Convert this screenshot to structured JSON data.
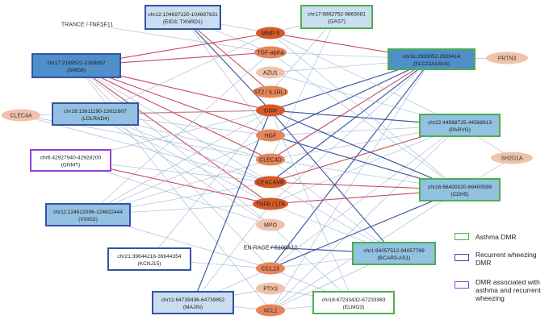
{
  "legend": {
    "asthma": {
      "label": "Asthma DMR",
      "color": "#4caf50"
    },
    "recurrent": {
      "label": "Recurrent wheezing DMR",
      "color": "#3552a8"
    },
    "both": {
      "label": "DMR associated with asthma and recurrent wheezing",
      "color": "#8e44d6"
    }
  },
  "proteins": [
    {
      "id": "mmp9",
      "label": "MMP-9",
      "strength": "strong"
    },
    {
      "id": "tgfa",
      "label": "TGF-alpha",
      "strength": "mid"
    },
    {
      "id": "azu1",
      "label": "AZU1",
      "strength": "light"
    },
    {
      "id": "st2",
      "label": "ST2 / IL1RL1",
      "strength": "mid"
    },
    {
      "id": "osm",
      "label": "OSM",
      "strength": "strong"
    },
    {
      "id": "hgf",
      "label": "HGF",
      "strength": "mid"
    },
    {
      "id": "clec4d",
      "label": "CLEC4D",
      "strength": "mid"
    },
    {
      "id": "ceacam8",
      "label": "CEACAM8",
      "strength": "strong"
    },
    {
      "id": "tnfb",
      "label": "TNFB / LTA",
      "strength": "strong"
    },
    {
      "id": "mpo",
      "label": "MPO",
      "strength": "light"
    },
    {
      "id": "enrage",
      "label": "EN-RAGE / S100A12",
      "strength": "none"
    },
    {
      "id": "ccl23",
      "label": "CCL23",
      "strength": "mid"
    },
    {
      "id": "ptx3",
      "label": "PTX3",
      "strength": "light"
    },
    {
      "id": "xcl1",
      "label": "XCL1",
      "strength": "mid"
    }
  ],
  "outer": [
    {
      "id": "trance",
      "label": "TRANCE / TNFSF11",
      "filled": false
    },
    {
      "id": "prtn3",
      "label": "PRTN3",
      "filled": true
    },
    {
      "id": "clec4a",
      "label": "CLEC4A",
      "filled": true
    },
    {
      "id": "sh2d1a",
      "label": "SH2D1A",
      "filled": true
    }
  ],
  "dmrs": [
    {
      "id": "eid3",
      "line1": "chr12:104697220-104697631",
      "line2": "(EID3; TXNRD1)",
      "border": "recurrent",
      "fill": "light"
    },
    {
      "id": "gas7",
      "line1": "chr17:9862752-9863081",
      "line2": "(GAS7)",
      "border": "asthma",
      "fill": "light"
    },
    {
      "id": "smg6",
      "line1": "chr17:2169522-2169852",
      "line2": "(SMG6)",
      "border": "recurrent",
      "fill": "dark"
    },
    {
      "id": "slc22a18",
      "line1": "chr11:2920052-2920414",
      "line2": "(SLC22A18AS)",
      "border": "asthma",
      "fill": "dark"
    },
    {
      "id": "ldlrad4",
      "line1": "chr18:13611190-13611807",
      "line2": "(LDLRAD4)",
      "border": "recurrent",
      "fill": "medium"
    },
    {
      "id": "parvg",
      "line1": "chr22:44568725-44568913",
      "line2": "(PARVG)",
      "border": "asthma",
      "fill": "medium"
    },
    {
      "id": "gnmt",
      "line1": "chr6:42927940-42928200",
      "line2": "(GNMT)",
      "border": "both",
      "fill": "white"
    },
    {
      "id": "cdh5",
      "line1": "chr16:66400320-66400599",
      "line2": "(CDH5)",
      "border": "asthma",
      "fill": "medium"
    },
    {
      "id": "vsig2",
      "line1": "chr11:124622096-124622444",
      "line2": "(VSIG2)",
      "border": "recurrent",
      "fill": "medium"
    },
    {
      "id": "bcar3",
      "line1": "chr1:94057512-94057789",
      "line2": "(BCAR3-AS1)",
      "border": "asthma",
      "fill": "medium"
    },
    {
      "id": "kcnj15",
      "line1": "chr21:39644216-39644354",
      "line2": "(KCNJ15)",
      "border": "recurrent",
      "fill": "white"
    },
    {
      "id": "majin",
      "line1": "chr11:64739436-64739852",
      "line2": "(MAJIN)",
      "border": "recurrent",
      "fill": "light"
    },
    {
      "id": "elmo3",
      "line1": "chr16:67233432-67233983",
      "line2": "(ELMO3)",
      "border": "asthma",
      "fill": "white"
    }
  ],
  "edges": [
    [
      "trance",
      "tgfa",
      "light"
    ],
    [
      "eid3",
      "mmp9",
      "light"
    ],
    [
      "eid3",
      "tgfa",
      "light"
    ],
    [
      "eid3",
      "st2",
      "red"
    ],
    [
      "eid3",
      "osm",
      "blue"
    ],
    [
      "eid3",
      "hgf",
      "light"
    ],
    [
      "gas7",
      "mmp9",
      "light"
    ],
    [
      "gas7",
      "st2",
      "light"
    ],
    [
      "gas7",
      "clec4d",
      "light"
    ],
    [
      "smg6",
      "mmp9",
      "red"
    ],
    [
      "smg6",
      "tgfa",
      "red"
    ],
    [
      "smg6",
      "osm",
      "red"
    ],
    [
      "smg6",
      "hgf",
      "red"
    ],
    [
      "smg6",
      "clec4d",
      "red"
    ],
    [
      "smg6",
      "ceacam8",
      "light"
    ],
    [
      "smg6",
      "tnfb",
      "red"
    ],
    [
      "smg6",
      "ccl23",
      "light"
    ],
    [
      "smg6",
      "xcl1",
      "light"
    ],
    [
      "smg6",
      "mpo",
      "light"
    ],
    [
      "slc22a18",
      "mmp9",
      "red"
    ],
    [
      "slc22a18",
      "tgfa",
      "light"
    ],
    [
      "slc22a18",
      "osm",
      "blue"
    ],
    [
      "slc22a18",
      "hgf",
      "blue"
    ],
    [
      "slc22a18",
      "ceacam8",
      "blue"
    ],
    [
      "slc22a18",
      "tnfb",
      "light"
    ],
    [
      "slc22a18",
      "ccl23",
      "blue"
    ],
    [
      "slc22a18",
      "clec4d",
      "red"
    ],
    [
      "slc22a18",
      "azu1",
      "light"
    ],
    [
      "slc22a18",
      "xcl1",
      "light"
    ],
    [
      "ldlrad4",
      "mmp9",
      "light"
    ],
    [
      "ldlrad4",
      "osm",
      "red"
    ],
    [
      "ldlrad4",
      "hgf",
      "light"
    ],
    [
      "ldlrad4",
      "ceacam8",
      "light"
    ],
    [
      "ldlrad4",
      "tnfb",
      "light"
    ],
    [
      "ldlrad4",
      "clec4d",
      "light"
    ],
    [
      "ldlrad4",
      "mpo",
      "light"
    ],
    [
      "parvg",
      "osm",
      "blue"
    ],
    [
      "parvg",
      "mmp9",
      "light"
    ],
    [
      "parvg",
      "hgf",
      "light"
    ],
    [
      "parvg",
      "ceacam8",
      "red"
    ],
    [
      "parvg",
      "tnfb",
      "light"
    ],
    [
      "parvg",
      "clec4d",
      "light"
    ],
    [
      "parvg",
      "ccl23",
      "light"
    ],
    [
      "parvg",
      "azu1",
      "light"
    ],
    [
      "parvg",
      "xcl1",
      "light"
    ],
    [
      "gnmt",
      "tnfb",
      "red"
    ],
    [
      "gnmt",
      "osm",
      "light"
    ],
    [
      "gnmt",
      "ceacam8",
      "light"
    ],
    [
      "gnmt",
      "mpo",
      "light"
    ],
    [
      "cdh5",
      "osm",
      "blue"
    ],
    [
      "cdh5",
      "mmp9",
      "light"
    ],
    [
      "cdh5",
      "hgf",
      "blue"
    ],
    [
      "cdh5",
      "ceacam8",
      "red"
    ],
    [
      "cdh5",
      "tnfb",
      "red"
    ],
    [
      "cdh5",
      "ccl23",
      "blue"
    ],
    [
      "cdh5",
      "clec4d",
      "light"
    ],
    [
      "cdh5",
      "xcl1",
      "light"
    ],
    [
      "cdh5",
      "tgfa",
      "light"
    ],
    [
      "vsig2",
      "osm",
      "light"
    ],
    [
      "vsig2",
      "tnfb",
      "light"
    ],
    [
      "vsig2",
      "ccl23",
      "light"
    ],
    [
      "vsig2",
      "clec4d",
      "light"
    ],
    [
      "vsig2",
      "ceacam8",
      "light"
    ],
    [
      "vsig2",
      "hgf",
      "light"
    ],
    [
      "vsig2",
      "tgfa",
      "light"
    ],
    [
      "bcar3",
      "osm",
      "blue"
    ],
    [
      "bcar3",
      "tnfb",
      "light"
    ],
    [
      "bcar3",
      "ceacam8",
      "light"
    ],
    [
      "bcar3",
      "ccl23",
      "light"
    ],
    [
      "bcar3",
      "xcl1",
      "light"
    ],
    [
      "bcar3",
      "clec4d",
      "light"
    ],
    [
      "bcar3",
      "enrage",
      "blue"
    ],
    [
      "kcnj15",
      "osm",
      "light"
    ],
    [
      "kcnj15",
      "ccl23",
      "light"
    ],
    [
      "majin",
      "ccl23",
      "light"
    ],
    [
      "majin",
      "xcl1",
      "light"
    ],
    [
      "majin",
      "tnfb",
      "light"
    ],
    [
      "majin",
      "osm",
      "blue"
    ],
    [
      "majin",
      "ptx3",
      "light"
    ],
    [
      "elmo3",
      "ptx3",
      "light"
    ],
    [
      "elmo3",
      "xcl1",
      "light"
    ],
    [
      "elmo3",
      "mpo",
      "light"
    ],
    [
      "elmo3",
      "ccl23",
      "light"
    ],
    [
      "elmo3",
      "osm",
      "light"
    ],
    [
      "clec4a",
      "clec4d",
      "light"
    ],
    [
      "clec4a",
      "ceacam8",
      "light"
    ],
    [
      "clec4a",
      "osm",
      "light"
    ],
    [
      "prtn3",
      "slc22a18",
      "light"
    ],
    [
      "sh2d1a",
      "cdh5",
      "light"
    ],
    [
      "sh2d1a",
      "parvg",
      "light"
    ]
  ]
}
